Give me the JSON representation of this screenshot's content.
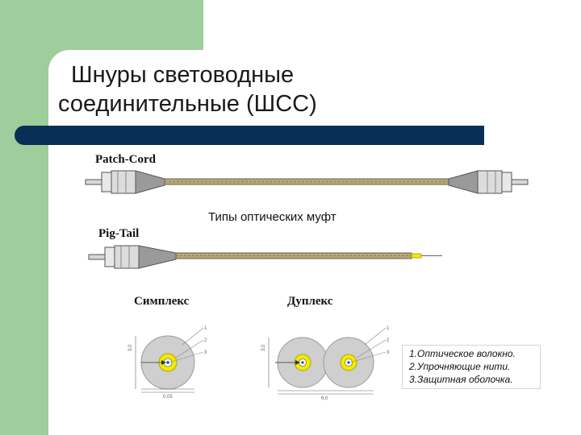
{
  "slide": {
    "title_line1": "Шнуры световодные",
    "title_line2": "соединительные (ШСС)",
    "colors": {
      "accent_green": "#9dce9c",
      "title_bar": "#0a2f57",
      "fiber_core": "#f2ea00"
    }
  },
  "diagram": {
    "patch_cord_label": "Patch-Cord",
    "pig_tail_label": "Pig-Tail",
    "overlay_label": "Типы оптических муфт",
    "simplex_label": "Симплекс",
    "duplex_label": "Дуплекс",
    "simplex_callouts": [
      "1",
      "2",
      "3"
    ],
    "duplex_callouts": [
      "1",
      "2",
      "3"
    ],
    "simplex_dims": {
      "height": "3,0",
      "width": "0,05"
    },
    "duplex_dims": {
      "height": "3,0",
      "width": "6,0"
    }
  },
  "legend": {
    "items": [
      "1.Оптическое волокно.",
      "2.Упрочняющие нити.",
      "3.Защитная оболочка."
    ]
  }
}
